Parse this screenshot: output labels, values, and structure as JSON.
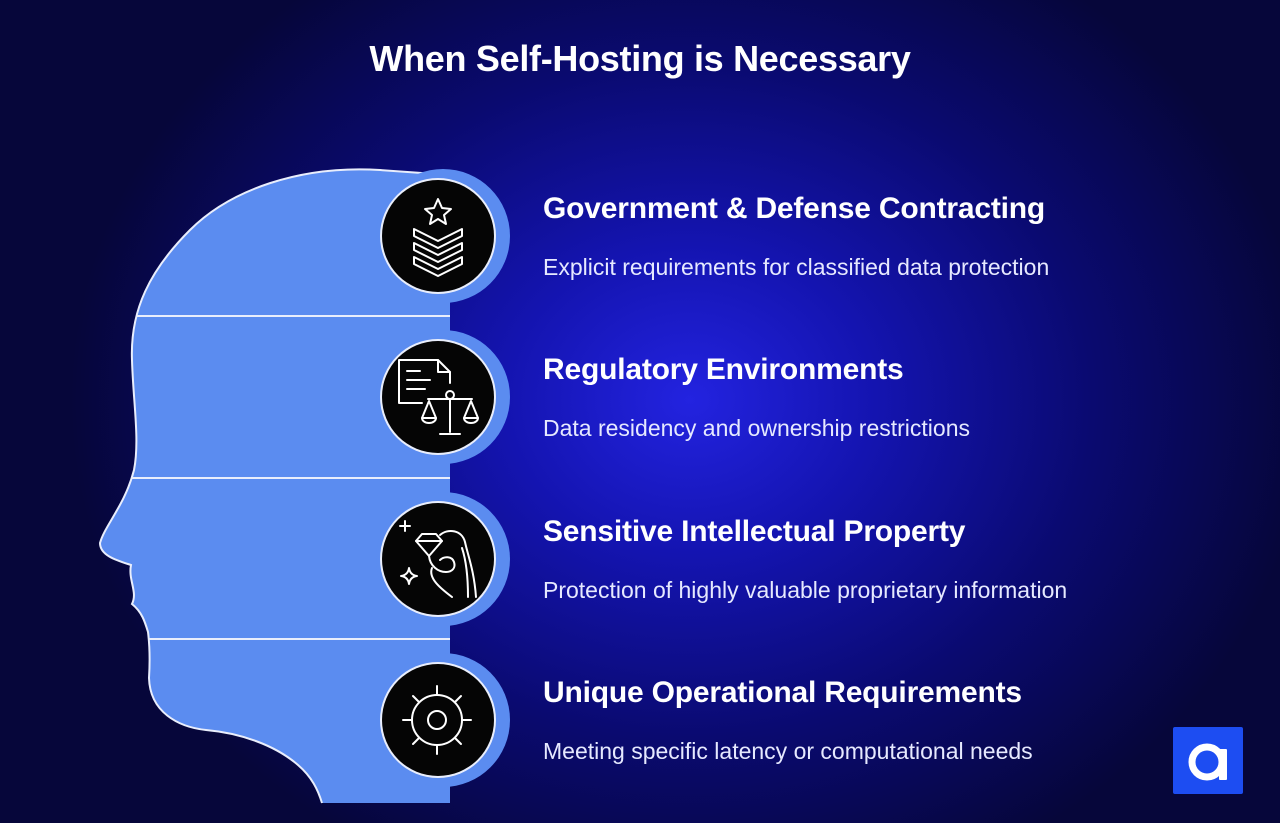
{
  "title": "When Self-Hosting is Necessary",
  "items": [
    {
      "heading": "Government & Defense Contracting",
      "description": "Explicit requirements for classified data protection",
      "icon": "military-rank-icon"
    },
    {
      "heading": "Regulatory Environments",
      "description": "Data residency and ownership restrictions",
      "icon": "legal-document-scales-icon"
    },
    {
      "heading": "Sensitive Intellectual Property",
      "description": "Protection of highly valuable proprietary information",
      "icon": "hand-holding-diamond-icon"
    },
    {
      "heading": "Unique Operational Requirements",
      "description": "Meeting specific latency or computational needs",
      "icon": "gear-icon"
    }
  ],
  "colors": {
    "background_dark": "#06063a",
    "background_glow": "#2323e0",
    "head_fill": "#5b8cf0",
    "circle_fill": "#050505",
    "logo": "#1d4df2"
  },
  "logo": {
    "icon": "brand-logo-icon"
  }
}
